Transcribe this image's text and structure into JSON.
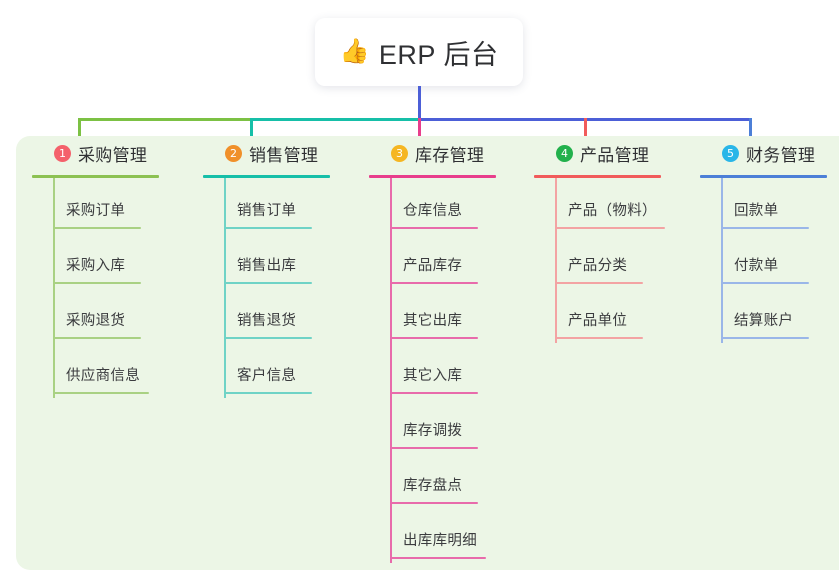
{
  "diagram": {
    "type": "mind-map",
    "root": {
      "emoji": "👍",
      "icon_name": "thumbs-up-icon",
      "label": "ERP 后台"
    },
    "panel_bg": "#ecf6e6",
    "trunk_color": "#4c5fd7",
    "bus_segments": [
      {
        "color": "#7cc144"
      },
      {
        "color": "#16bfa8"
      },
      {
        "color": "#4c5fd7"
      }
    ],
    "branches": [
      {
        "number": "1",
        "title": "采购管理",
        "badge_color": "#f4616b",
        "line_color": "#8cc152",
        "leaf_color": "#a9d183",
        "items": [
          "采购订单",
          "采购入库",
          "采购退货",
          "供应商信息"
        ]
      },
      {
        "number": "2",
        "title": "销售管理",
        "badge_color": "#f0902a",
        "line_color": "#16bfa8",
        "leaf_color": "#6fd3c6",
        "items": [
          "销售订单",
          "销售出库",
          "销售退货",
          "客户信息"
        ]
      },
      {
        "number": "3",
        "title": "库存管理",
        "badge_color": "#f5b622",
        "line_color": "#e83e8c",
        "leaf_color": "#e86bab",
        "items": [
          "仓库信息",
          "产品库存",
          "其它出库",
          "其它入库",
          "库存调拨",
          "库存盘点",
          "出库库明细"
        ]
      },
      {
        "number": "4",
        "title": "产品管理",
        "badge_color": "#22b14c",
        "line_color": "#f15b5b",
        "leaf_color": "#f3a3a3",
        "items": [
          "产品（物料）",
          "产品分类",
          "产品单位"
        ]
      },
      {
        "number": "5",
        "title": "财务管理",
        "badge_color": "#29b6e8",
        "line_color": "#4c7fd7",
        "leaf_color": "#9ab6e8",
        "items": [
          "回款单",
          "付款单",
          "结算账户"
        ]
      }
    ]
  }
}
